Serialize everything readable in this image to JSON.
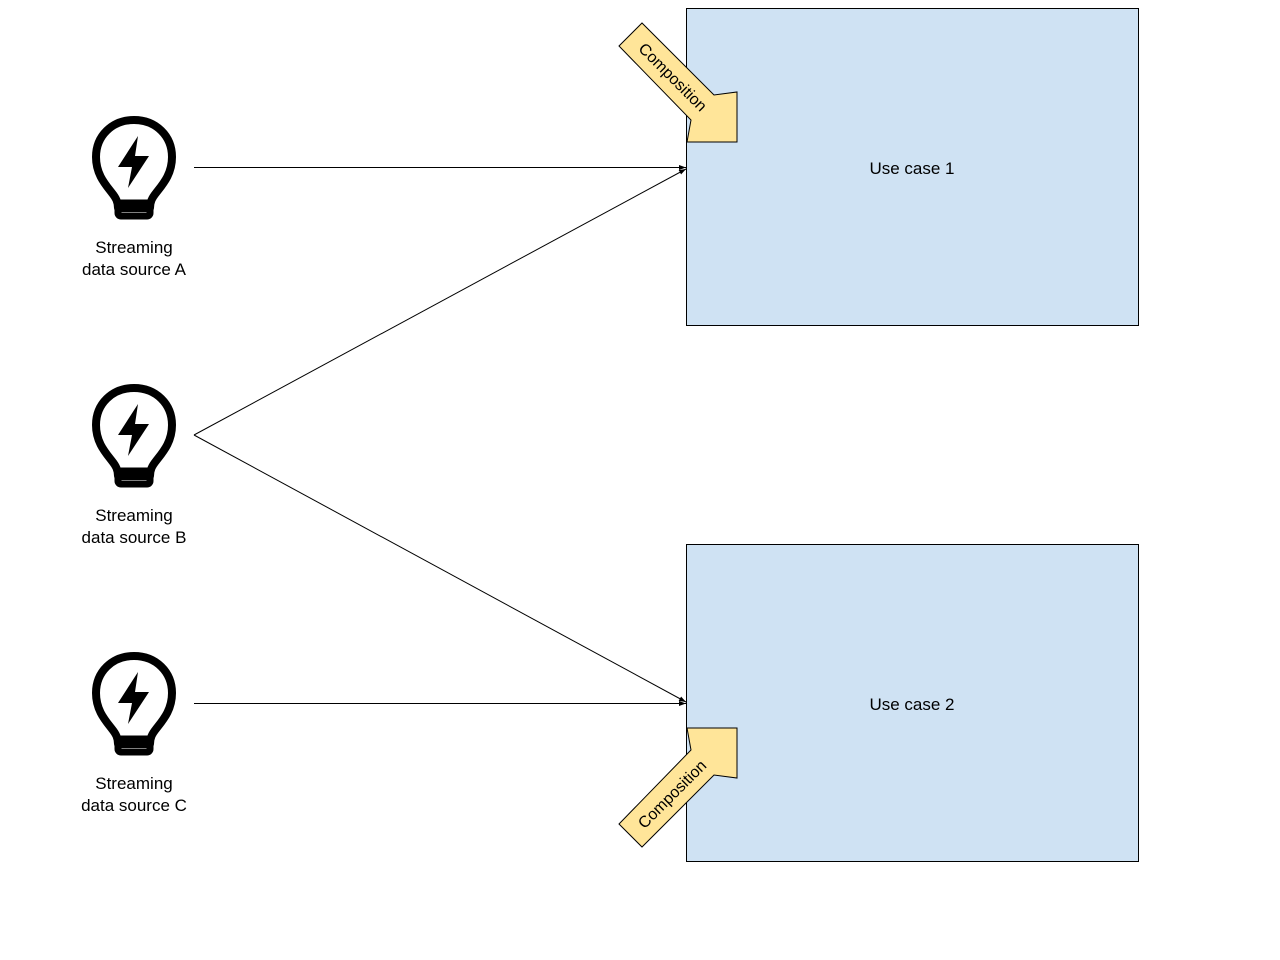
{
  "sources": [
    {
      "id": "a",
      "line1": "Streaming",
      "line2": "data source A",
      "icon": "lightbulb-bolt-icon"
    },
    {
      "id": "b",
      "line1": "Streaming",
      "line2": "data source B",
      "icon": "lightbulb-bolt-icon"
    },
    {
      "id": "c",
      "line1": "Streaming",
      "line2": "data source C",
      "icon": "lightbulb-bolt-icon"
    }
  ],
  "use_cases": [
    {
      "id": "1",
      "label": "Use case 1"
    },
    {
      "id": "2",
      "label": "Use case 2"
    }
  ],
  "composition_arrows": [
    {
      "label": "Composition",
      "target": "Use case 1"
    },
    {
      "label": "Composition",
      "target": "Use case 2"
    }
  ],
  "connections": [
    {
      "from": "Streaming data source A",
      "to": "Use case 1"
    },
    {
      "from": "Streaming data source B",
      "to": "Use case 1"
    },
    {
      "from": "Streaming data source B",
      "to": "Use case 2"
    },
    {
      "from": "Streaming data source C",
      "to": "Use case 2"
    }
  ],
  "colors": {
    "use_case_fill": "#cfe2f3",
    "composition_fill": "#ffe599",
    "stroke": "#000000"
  }
}
